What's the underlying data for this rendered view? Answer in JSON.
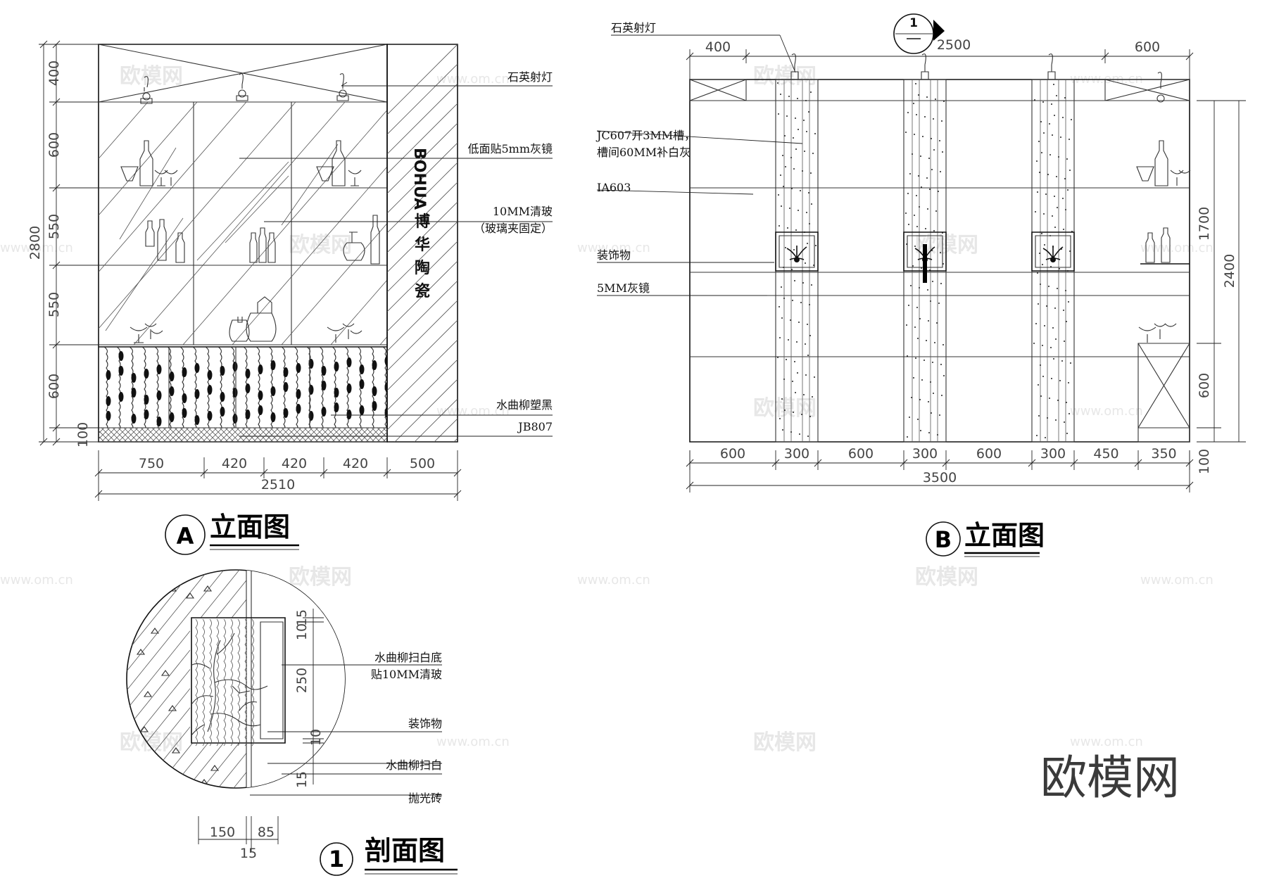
{
  "elevation_a": {
    "title": "立面图",
    "marker": "A",
    "brand_latin": "BOHUA",
    "brand_cn": "博华陶瓷",
    "labels": {
      "spotlight": "石英射灯",
      "mirror": "低面贴5mm灰镜",
      "glass_line1": "10MM清玻",
      "glass_line2": "（玻璃夹固定）",
      "wood": "水曲柳塑黑",
      "base": "JB807"
    },
    "dims_bottom": [
      "750",
      "420",
      "420",
      "420",
      "500"
    ],
    "dim_total": "2510",
    "dims_left": [
      "400",
      "600",
      "550",
      "550",
      "600",
      "100"
    ],
    "dim_left_total": "2800"
  },
  "elevation_b": {
    "title": "立面图",
    "marker": "B",
    "section_marker": "1",
    "labels": {
      "spotlight": "石英射灯",
      "jc607_line1": "JC607开3MM槽，",
      "jc607_line2": "槽间60MM补白灰",
      "ia603": "IA603",
      "ornament": "装饰物",
      "mirror": "5MM灰镜"
    },
    "dims_top": [
      "400",
      "2500",
      "600"
    ],
    "dims_bottom": [
      "600",
      "300",
      "600",
      "300",
      "600",
      "300",
      "450",
      "350"
    ],
    "dim_total": "3500",
    "dims_right_inner": [
      "1700",
      "600",
      "100"
    ],
    "dim_right_outer": "2400"
  },
  "section_1": {
    "title": "剖面图",
    "marker": "1",
    "labels": {
      "wood_line1": "水曲柳扫白底",
      "wood_line2": "贴10MM清玻",
      "ornament": "装饰物",
      "wood2": "水曲柳扫白",
      "tile": "抛光砖"
    },
    "dims_right": [
      "15",
      "10",
      "250",
      "10",
      "15"
    ],
    "dims_bottom": [
      "150",
      "85"
    ],
    "dim_bottom_extra": "15"
  },
  "watermark": {
    "cn": "欧模网",
    "url": "www.om.cn"
  },
  "logo": "欧模网"
}
